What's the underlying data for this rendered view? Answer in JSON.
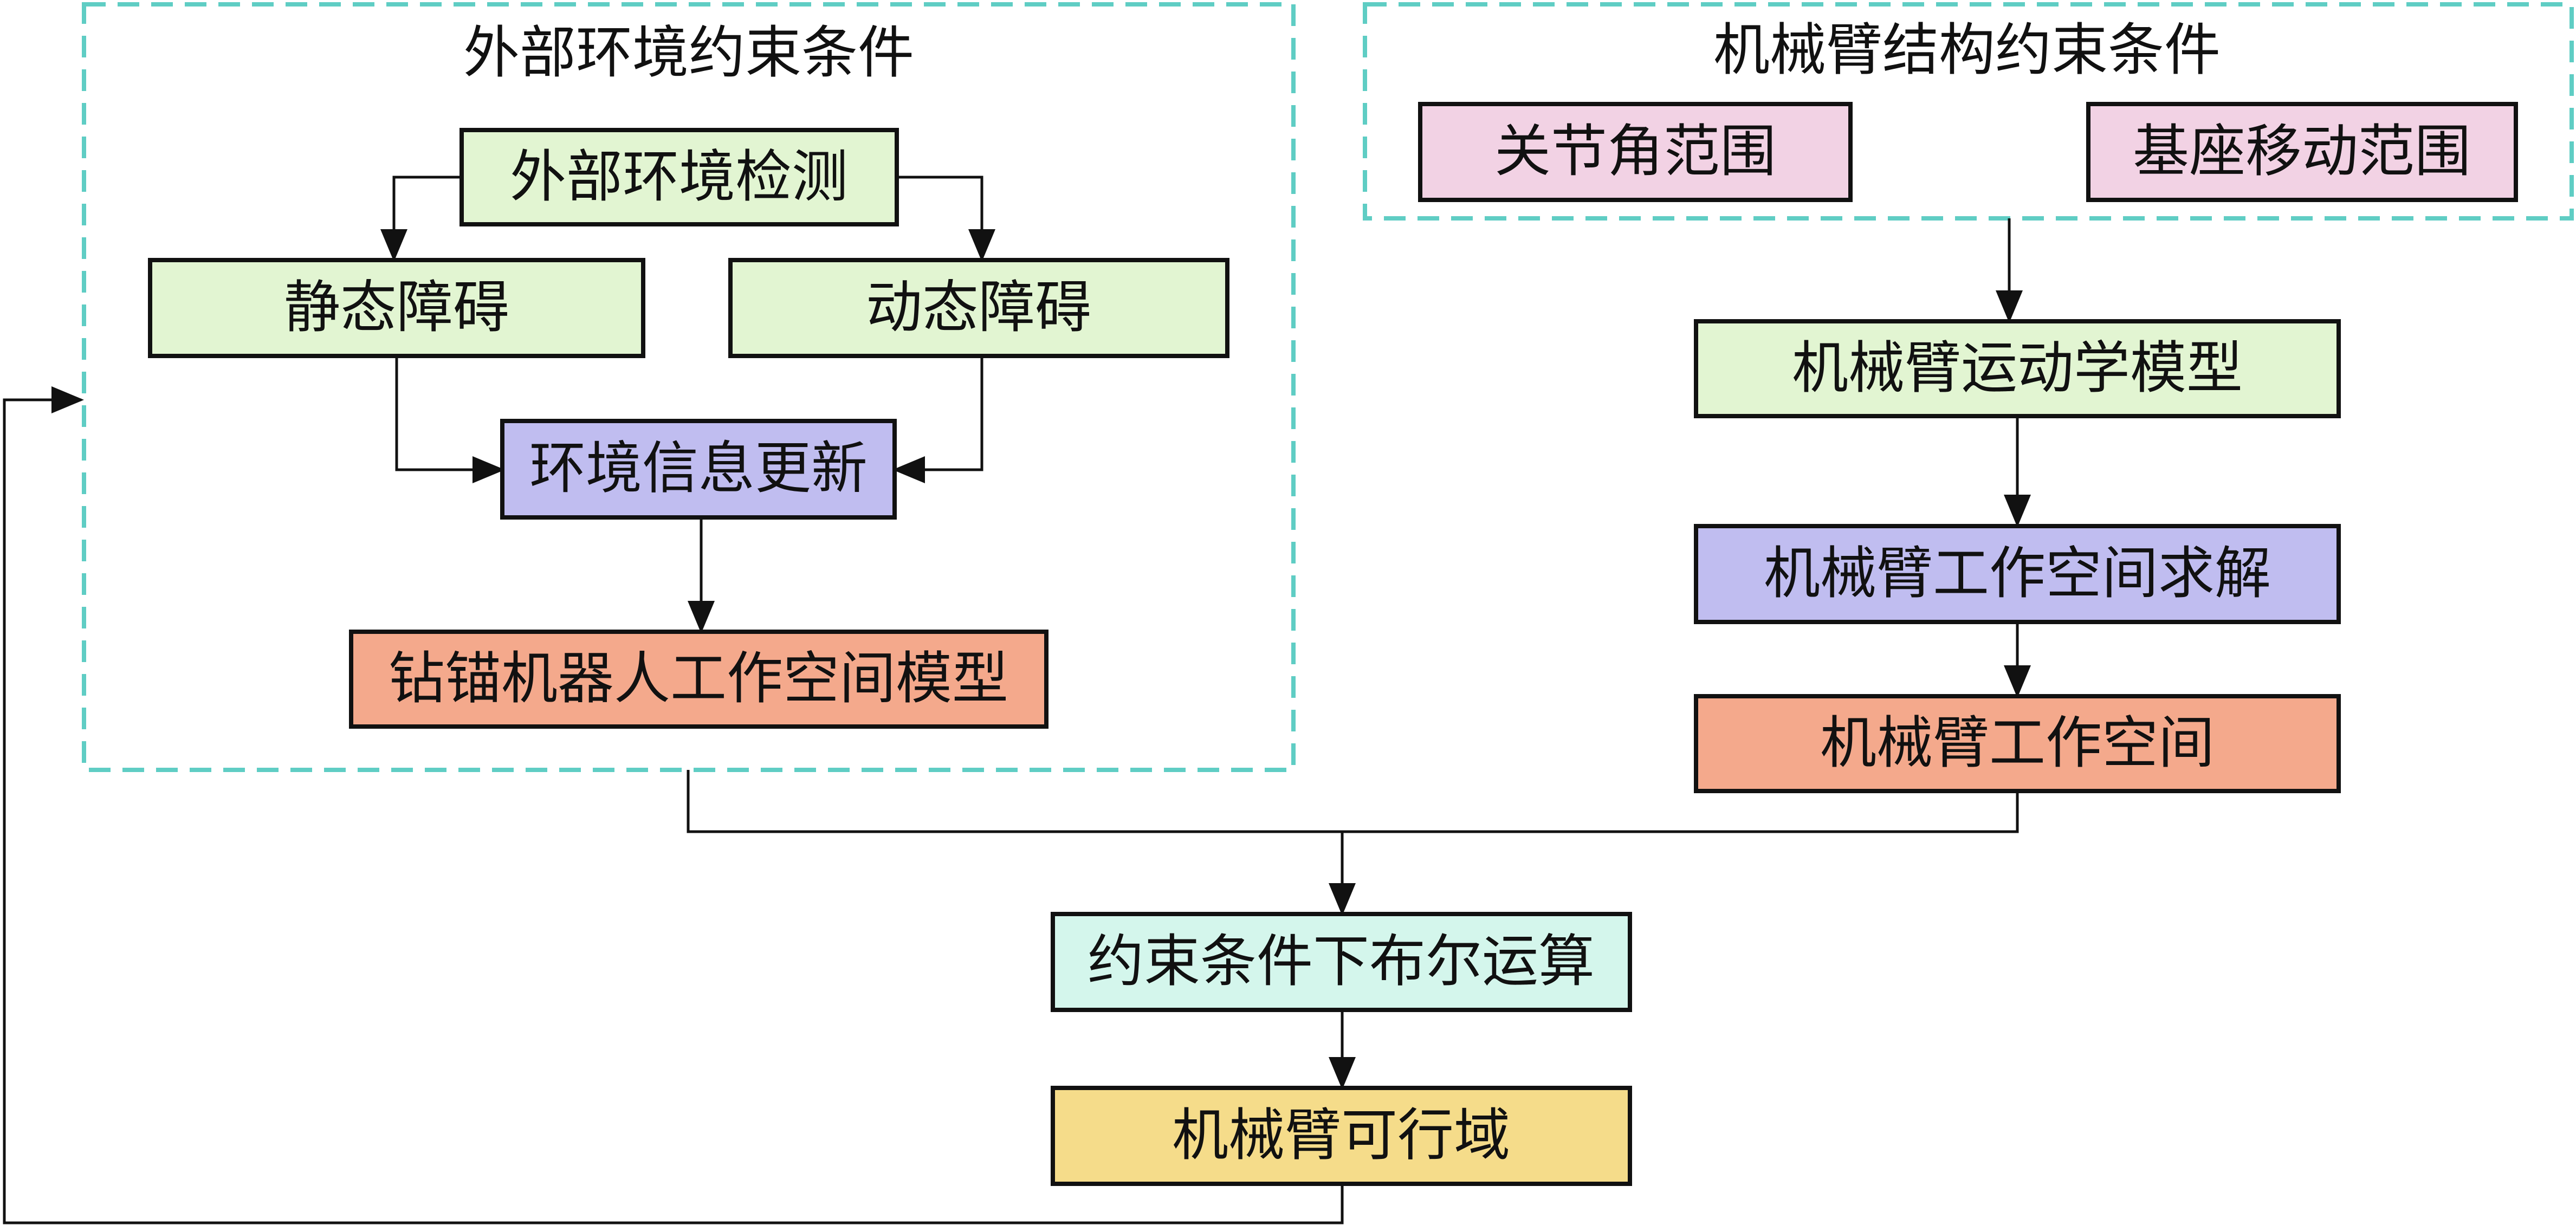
{
  "colors": {
    "group_border": "#5fcdc4",
    "green": "#e2f5d2",
    "purple": "#c0bdf0",
    "salmon": "#f4a98c",
    "pink": "#f2d2e4",
    "cyan": "#d4f6ec",
    "yellow": "#f5dc8a",
    "line": "#111111"
  },
  "groups": {
    "env": {
      "title": "外部环境约束条件"
    },
    "arm": {
      "title": "机械臂结构约束条件"
    }
  },
  "nodes": {
    "env_detect": {
      "label": "外部环境检测",
      "color": "green"
    },
    "static_obs": {
      "label": "静态障碍",
      "color": "green"
    },
    "dynamic_obs": {
      "label": "动态障碍",
      "color": "green"
    },
    "env_update": {
      "label": "环境信息更新",
      "color": "purple"
    },
    "robot_ws_model": {
      "label": "钻锚机器人工作空间模型",
      "color": "salmon"
    },
    "joint_range": {
      "label": "关节角范围",
      "color": "pink"
    },
    "base_range": {
      "label": "基座移动范围",
      "color": "pink"
    },
    "kinematics": {
      "label": "机械臂运动学模型",
      "color": "green"
    },
    "ws_solve": {
      "label": "机械臂工作空间求解",
      "color": "purple"
    },
    "arm_ws": {
      "label": "机械臂工作空间",
      "color": "salmon"
    },
    "boolean_op": {
      "label": "约束条件下布尔运算",
      "color": "cyan"
    },
    "feasible": {
      "label": "机械臂可行域",
      "color": "yellow"
    }
  }
}
